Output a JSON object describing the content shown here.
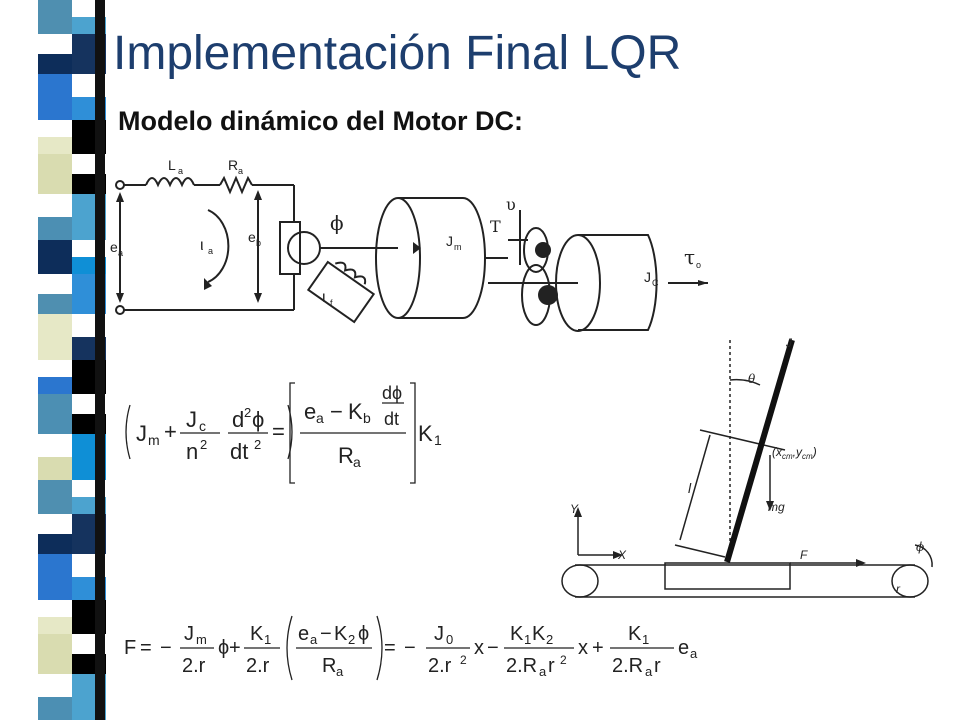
{
  "slide": {
    "title": "Implementación Final LQR",
    "subtitle": "Modelo dinámico del Motor DC:"
  },
  "colors": {
    "title": "#1d3e6e",
    "stripe": [
      "#4f8fb0",
      "#15335e",
      "#2b76cf",
      "#000000",
      "#d9dcb0",
      "#4ca3cf",
      "#0d2d5a",
      "#2f8fd8",
      "#e6e8c6",
      "#000000",
      "#4c8fb3",
      "#0f8fd6"
    ]
  },
  "motor_diagram": {
    "labels": {
      "La": "L",
      "La_sub": "a",
      "Ra": "R",
      "Ra_sub": "a",
      "ea": "e",
      "ea_sub": "a",
      "ia": "ι",
      "ia_sub": "a",
      "eb": "e",
      "eb_sub": "b",
      "phi": "ϕ",
      "if": "ι",
      "if_sub": "f",
      "Jm": "J",
      "Jm_sub": "m",
      "T": "T",
      "upsilon": "υ",
      "Jc": "J",
      "Jc_sub": "C",
      "tau": "τ",
      "tau_sub": "o"
    }
  },
  "pendulum_diagram": {
    "labels": {
      "J": "J",
      "theta": "θ",
      "cm": "(x",
      "cm_x_sub": "cm",
      "cm_sep": ",y",
      "cm_y_sub": "cm",
      "cm_close": ")",
      "l": "l",
      "mg": "mg",
      "Y": "Y",
      "X": "X",
      "F": "F",
      "phi": "ϕ",
      "r": "r"
    }
  },
  "equation1": {
    "Jm": "J",
    "m": "m",
    "plus": "+",
    "Jc": "J",
    "c": "c",
    "n2": "n",
    "sq": "2",
    "d2": "d",
    "phi": "ϕ",
    "dt": "dt",
    "eq": "=",
    "ea": "e",
    "a": "a",
    "minus": "−",
    "Kb": "K",
    "b": "b",
    "dphi": "dϕ",
    "Ra": "R",
    "K1": "K",
    "one": "1"
  },
  "equation2": {
    "F": "F",
    "eq": "=",
    "minus": "−",
    "Jm": "J",
    "m": "m",
    "two_r": "2.r",
    "phi": "ϕ",
    "plus": "+",
    "K1": "K",
    "one": "1",
    "ea": "e",
    "a": "a",
    "K2": "K",
    "two": "2",
    "Ra": "R",
    "J0": "J",
    "zero": "0",
    "two_r2": "2.r",
    "sq": "2",
    "x": "x",
    "K1K2": "K",
    "two_Ra_r": "2.R",
    "r": "r"
  }
}
